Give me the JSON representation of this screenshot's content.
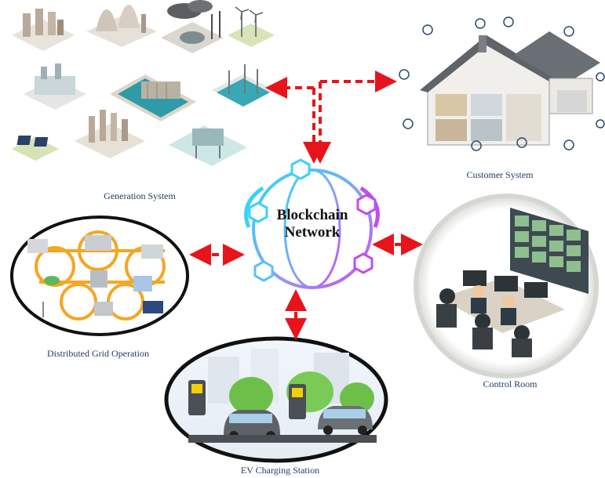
{
  "center": {
    "title_line1": "Blockchain",
    "title_line2": "Network"
  },
  "nodes": {
    "generation": "Generation System",
    "customer": "Customer System",
    "distributed": "Distributed Grid Operation",
    "control_room": "Control Room",
    "ev_charging": "EV Charging Station"
  },
  "colors": {
    "arrow": "#e8141b",
    "caption": "#1f3a5f",
    "chain_cyan": "#39d3f5",
    "chain_purple": "#c04fe8",
    "ellipse_border": "#111111",
    "grid_line": "#f5a623"
  }
}
